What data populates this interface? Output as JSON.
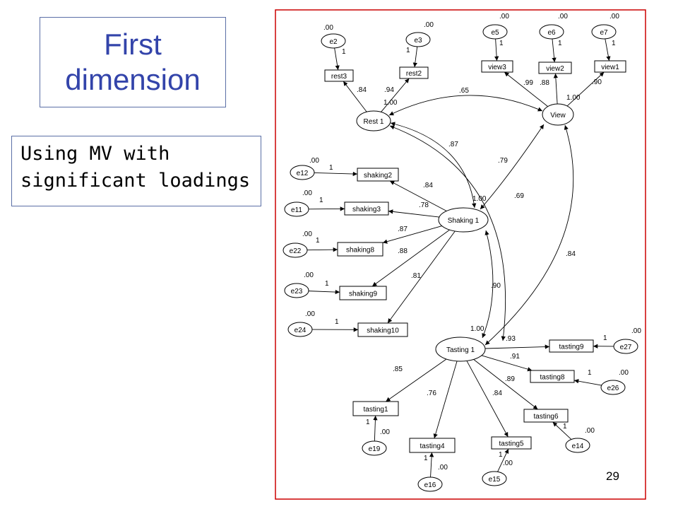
{
  "slide": {
    "title_line1": "First",
    "title_line2": "dimension",
    "note_line1": "Using MV with",
    "note_line2": "significant loadings",
    "page_number": "29",
    "frame_color": "#cc0000",
    "title_color": "#3344aa"
  },
  "diagram": {
    "latents": [
      {
        "id": "rest",
        "label": "Rest 1"
      },
      {
        "id": "view",
        "label": "View"
      },
      {
        "id": "shaking",
        "label": "Shaking 1"
      },
      {
        "id": "tasting",
        "label": "Tasting 1"
      }
    ],
    "observed": [
      {
        "id": "rest3",
        "label": "rest3"
      },
      {
        "id": "rest2",
        "label": "rest2"
      },
      {
        "id": "view3",
        "label": "view3"
      },
      {
        "id": "view2",
        "label": "view2"
      },
      {
        "id": "view1",
        "label": "view1"
      },
      {
        "id": "shaking2",
        "label": "shaking2"
      },
      {
        "id": "shaking3",
        "label": "shaking3"
      },
      {
        "id": "shaking8",
        "label": "shaking8"
      },
      {
        "id": "shaking9",
        "label": "shaking9"
      },
      {
        "id": "shaking10",
        "label": "shaking10"
      },
      {
        "id": "tasting9",
        "label": "tasting9"
      },
      {
        "id": "tasting8",
        "label": "tasting8"
      },
      {
        "id": "tasting6",
        "label": "tasting6"
      },
      {
        "id": "tasting1",
        "label": "tasting1"
      },
      {
        "id": "tasting4",
        "label": "tasting4"
      },
      {
        "id": "tasting5",
        "label": "tasting5"
      }
    ],
    "errors": [
      {
        "id": "e2",
        "label": "e2",
        "variance": ".00",
        "weight": "1"
      },
      {
        "id": "e3",
        "label": "e3",
        "variance": ".00",
        "weight": "1"
      },
      {
        "id": "e5",
        "label": "e5",
        "variance": ".00",
        "weight": "1"
      },
      {
        "id": "e6",
        "label": "e6",
        "variance": ".00",
        "weight": "1"
      },
      {
        "id": "e7",
        "label": "e7",
        "variance": ".00",
        "weight": "1"
      },
      {
        "id": "e12",
        "label": "e12",
        "variance": ".00",
        "weight": "1"
      },
      {
        "id": "e11",
        "label": "e11",
        "variance": ".00",
        "weight": "1"
      },
      {
        "id": "e22",
        "label": "e22",
        "variance": ".00",
        "weight": "1"
      },
      {
        "id": "e23",
        "label": "e23",
        "variance": ".00",
        "weight": "1"
      },
      {
        "id": "e24",
        "label": "e24",
        "variance": ".00",
        "weight": "1"
      },
      {
        "id": "e27",
        "label": "e27",
        "variance": ".00",
        "weight": "1"
      },
      {
        "id": "e26",
        "label": "e26",
        "variance": ".00",
        "weight": "1"
      },
      {
        "id": "e14",
        "label": "e14",
        "variance": ".00",
        "weight": "1"
      },
      {
        "id": "e19",
        "label": "e19",
        "variance": ".00",
        "weight": "1"
      },
      {
        "id": "e16",
        "label": "e16",
        "variance": ".00",
        "weight": "1"
      },
      {
        "id": "e15",
        "label": "e15",
        "variance": ".00",
        "weight": "1"
      }
    ],
    "loadings": [
      {
        "from": "rest",
        "to": "rest3",
        "value": ".84"
      },
      {
        "from": "rest",
        "to": "rest2",
        "value": ".94"
      },
      {
        "from": "view",
        "to": "view3",
        "value": ".99"
      },
      {
        "from": "view",
        "to": "view2",
        "value": ".88"
      },
      {
        "from": "view",
        "to": "view1",
        "value": ".90"
      },
      {
        "from": "shaking",
        "to": "shaking2",
        "value": ".84"
      },
      {
        "from": "shaking",
        "to": "shaking3",
        "value": ".78"
      },
      {
        "from": "shaking",
        "to": "shaking8",
        "value": ".87"
      },
      {
        "from": "shaking",
        "to": "shaking9",
        "value": ".88"
      },
      {
        "from": "shaking",
        "to": "shaking10",
        "value": ".81"
      },
      {
        "from": "tasting",
        "to": "tasting9",
        "value": ".93"
      },
      {
        "from": "tasting",
        "to": "tasting8",
        "value": ".91"
      },
      {
        "from": "tasting",
        "to": "tasting6",
        "value": ".89"
      },
      {
        "from": "tasting",
        "to": "tasting1",
        "value": ".85"
      },
      {
        "from": "tasting",
        "to": "tasting4",
        "value": ".76"
      },
      {
        "from": "tasting",
        "to": "tasting5",
        "value": ".84"
      }
    ],
    "latent_variances": [
      {
        "id": "rest",
        "value": "1.00"
      },
      {
        "id": "view",
        "value": "1.00"
      },
      {
        "id": "shaking",
        "value": "1.00"
      },
      {
        "id": "tasting",
        "value": "1.00"
      }
    ],
    "correlations": [
      {
        "a": "rest",
        "b": "view",
        "value": ".65"
      },
      {
        "a": "rest",
        "b": "shaking",
        "value": ".87"
      },
      {
        "a": "rest",
        "b": "tasting",
        "value": ".69"
      },
      {
        "a": "view",
        "b": "shaking",
        "value": ".79"
      },
      {
        "a": "view",
        "b": "tasting",
        "value": ".84"
      },
      {
        "a": "shaking",
        "b": "tasting",
        "value": ".90"
      }
    ]
  }
}
